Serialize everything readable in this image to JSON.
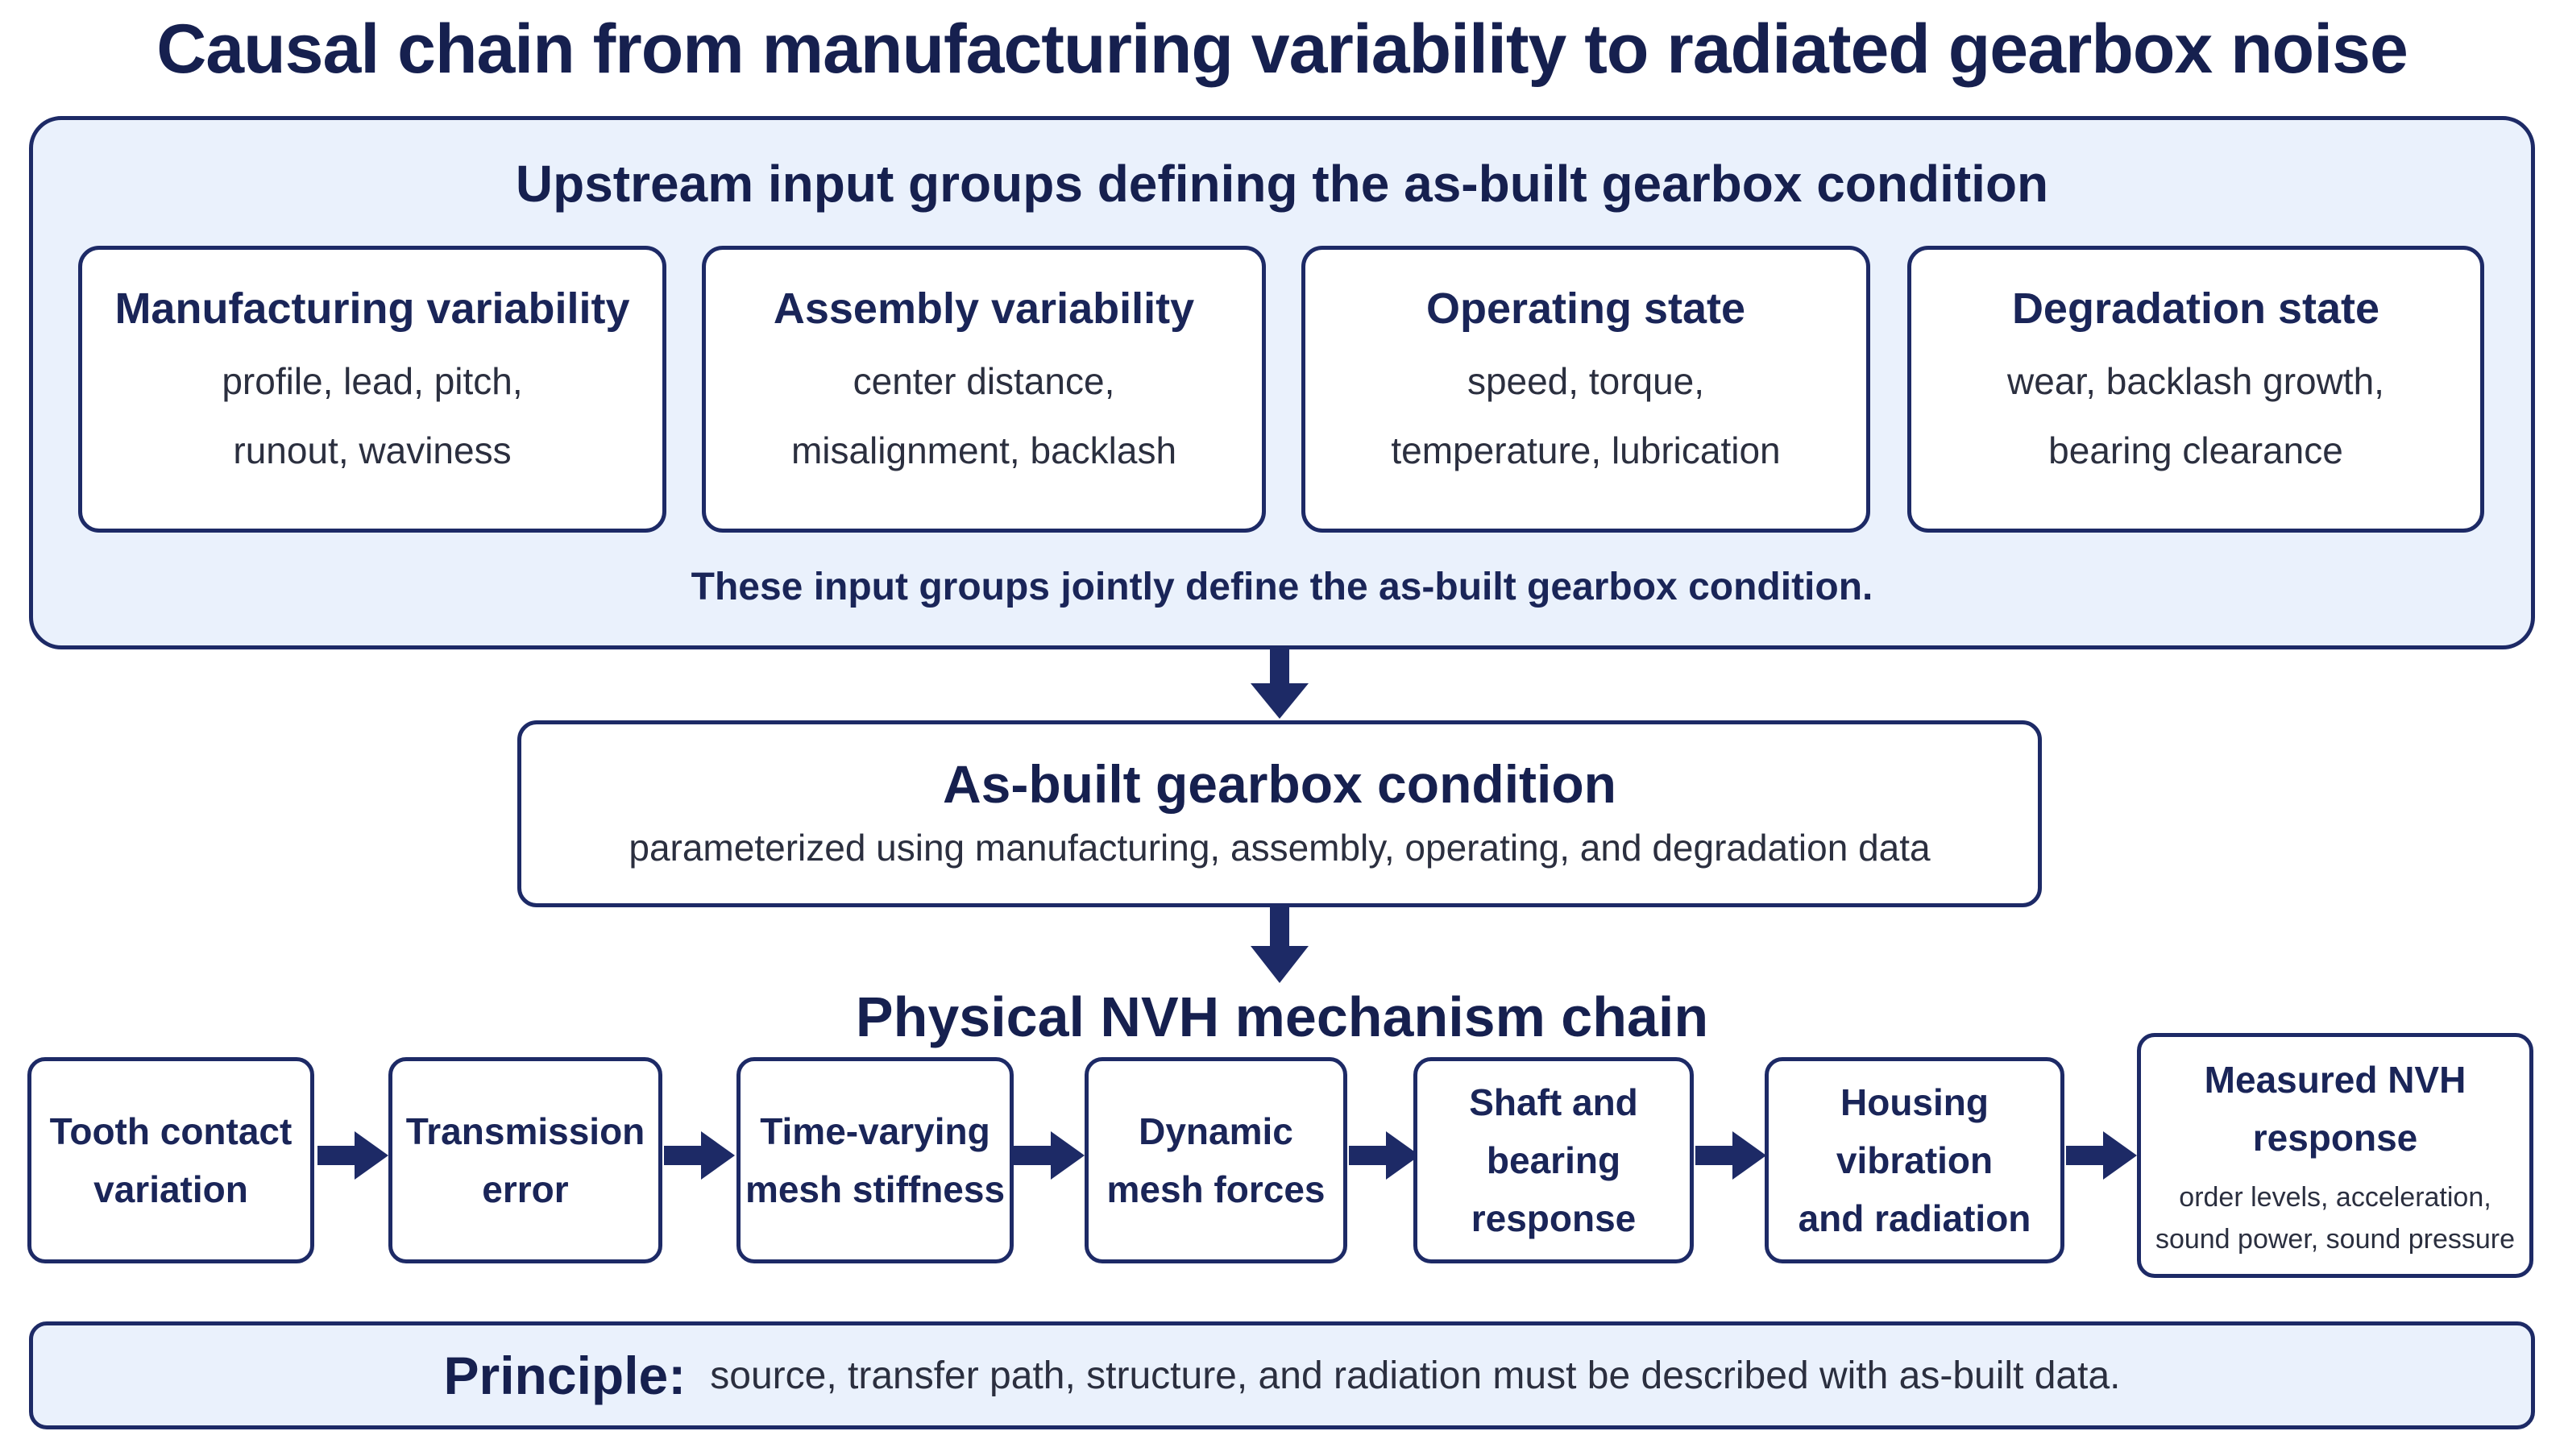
{
  "title": "Causal chain from manufacturing variability to radiated gearbox noise",
  "upstream": {
    "heading": "Upstream input groups defining the as-built gearbox condition",
    "groups": [
      {
        "title": "Manufacturing variability",
        "line1": "profile, lead, pitch,",
        "line2": "runout, waviness"
      },
      {
        "title": "Assembly variability",
        "line1": "center distance,",
        "line2": "misalignment, backlash"
      },
      {
        "title": "Operating state",
        "line1": "speed, torque,",
        "line2": "temperature, lubrication"
      },
      {
        "title": "Degradation state",
        "line1": "wear, backlash growth,",
        "line2": "bearing clearance"
      }
    ],
    "note": "These input groups jointly define the as-built gearbox condition."
  },
  "condition": {
    "title": "As-built gearbox condition",
    "subtitle": "parameterized using manufacturing, assembly, operating, and degradation data"
  },
  "mechanism": {
    "heading": "Physical NVH mechanism chain",
    "steps": [
      {
        "line1": "Tooth contact",
        "line2": "variation"
      },
      {
        "line1": "Transmission",
        "line2": "error"
      },
      {
        "line1": "Time-varying",
        "line2": "mesh stiffness"
      },
      {
        "line1": "Dynamic",
        "line2": "mesh forces"
      },
      {
        "line1": "Shaft and",
        "line2": "bearing response"
      },
      {
        "line1": "Housing vibration",
        "line2": "and radiation"
      }
    ],
    "final": {
      "line1": "Measured NVH",
      "line2": "response",
      "sub1": "order levels, acceleration,",
      "sub2": "sound power, sound pressure"
    }
  },
  "principle": {
    "label": "Principle:",
    "text": "source, transfer path, structure, and radiation must be described with as-built data."
  },
  "colors": {
    "navy": "#1d2a66",
    "panel_fill": "#eaf1fc",
    "text": "#1c2554"
  }
}
